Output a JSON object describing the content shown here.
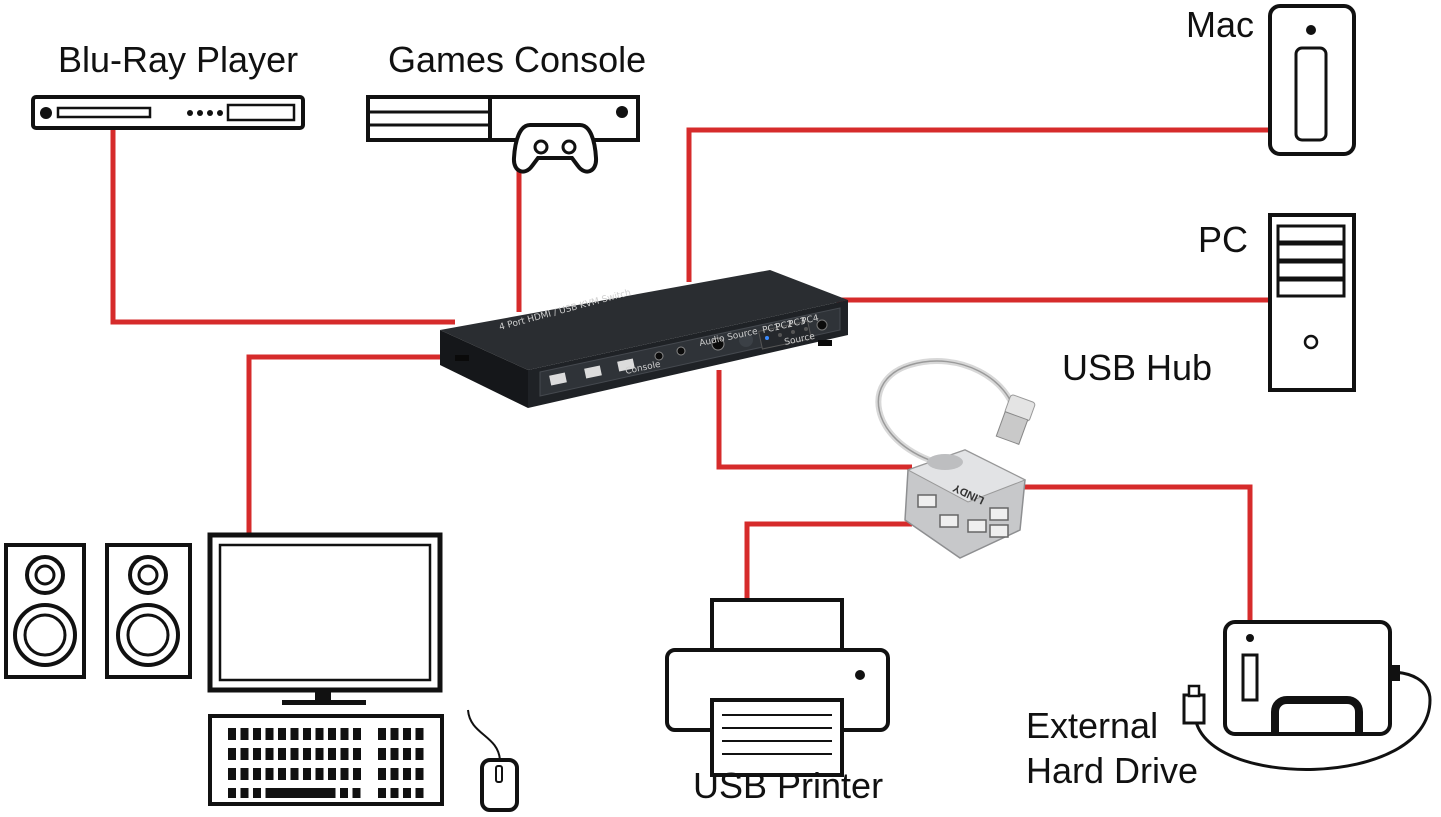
{
  "diagram": {
    "labels": {
      "bluray": "Blu-Ray Player",
      "console": "Games Console",
      "mac": "Mac",
      "pc": "PC",
      "usb_hub": "USB Hub",
      "printer": "USB Printer",
      "hdd_line1": "External",
      "hdd_line2": "Hard Drive"
    },
    "kvm": {
      "title": "4 Port HDMI / USB KVM Switch",
      "console_label": "Console",
      "audio_label": "Audio Source",
      "ports": [
        "PC1",
        "PC2",
        "PC3",
        "PC4"
      ],
      "source_label": "Source"
    },
    "hub_brand": "LINDY",
    "colors": {
      "cable": "#d62b2b",
      "outline": "#111111",
      "device_body": "#1d1f22"
    }
  }
}
